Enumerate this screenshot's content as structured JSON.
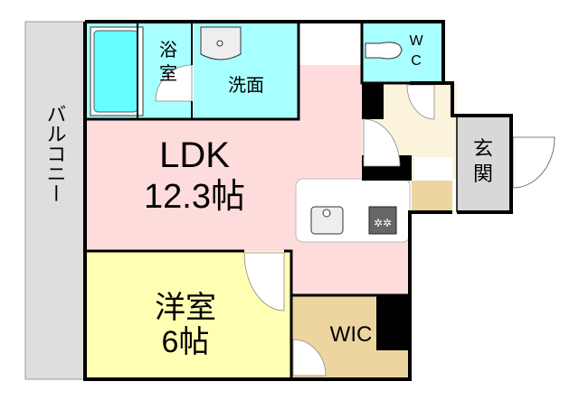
{
  "floorplan": {
    "rooms": {
      "balcony": {
        "label": "バルコニー",
        "color": "#dedede"
      },
      "bath": {
        "label_1": "浴",
        "label_2": "室",
        "color": "#a8ffff"
      },
      "washroom": {
        "label": "洗面",
        "color": "#a8ffff"
      },
      "wc": {
        "label_1": "W",
        "label_2": "C",
        "color": "#a8ffff"
      },
      "ldk": {
        "label": "LDK",
        "size": "12.3帖",
        "color": "#ffdcdc"
      },
      "western_room": {
        "label": "洋室",
        "size": "6帖",
        "color": "#ffffb4"
      },
      "wic": {
        "label": "WIC",
        "color": "#ecd59e"
      },
      "hallway": {
        "color": "#fcf3dc"
      },
      "entrance": {
        "label_1": "玄",
        "label_2": "関",
        "color": "#d8d8d8"
      }
    },
    "fixtures": [
      "bathtub-icon",
      "washbasin-icon",
      "toilet-icon",
      "sink-icon",
      "stove-icon"
    ]
  }
}
